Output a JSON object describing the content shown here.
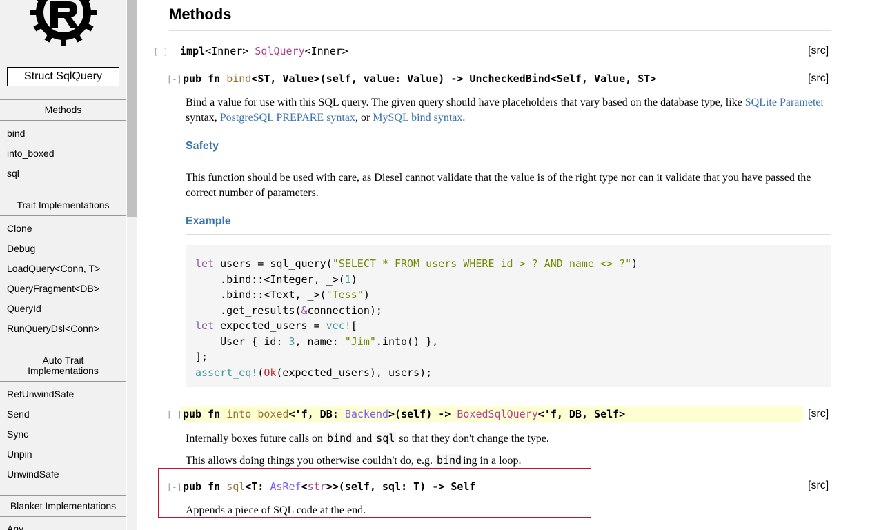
{
  "sidebar": {
    "struct_label": "Struct SqlQuery",
    "sections": [
      {
        "title": "Methods",
        "items": [
          "bind",
          "into_boxed",
          "sql"
        ]
      },
      {
        "title": "Trait Implementations",
        "items": [
          "Clone",
          "Debug",
          "LoadQuery<Conn, T>",
          "QueryFragment<DB>",
          "QueryId",
          "RunQueryDsl<Conn>"
        ]
      },
      {
        "title_line1": "Auto Trait",
        "title_line2": "Implementations",
        "items": [
          "RefUnwindSafe",
          "Send",
          "Sync",
          "Unpin",
          "UnwindSafe"
        ]
      },
      {
        "title": "Blanket Implementations",
        "items": [
          "Any"
        ]
      }
    ]
  },
  "main": {
    "heading": "Methods",
    "toggle": "[-]",
    "src": "[src]",
    "impl": {
      "kw": "impl",
      "p1": "<Inner> ",
      "ty": "SqlQuery",
      "p2": "<Inner>"
    },
    "bind": {
      "sig_kw": "pub fn ",
      "name": "bind",
      "rest": "<ST, Value>(self, value: Value) -> UncheckedBind<Self, Value, ST>",
      "desc_part1": "Bind a value for use with this SQL query. The given query should have placeholders that vary based on the database type, like ",
      "link1": "SQLite Parameter",
      "desc_part2": " syntax, ",
      "link2": "PostgreSQL PREPARE syntax",
      "desc_part3": ", or ",
      "link3": "MySQL bind syntax",
      "desc_part4": ".",
      "safety_heading": "Safety",
      "safety_text": "This function should be used with care, as Diesel cannot validate that the value is of the right type nor can it validate that you have passed the correct number of parameters.",
      "example_heading": "Example"
    },
    "into_boxed": {
      "sig_kw": "pub fn ",
      "name": "into_boxed",
      "p1": "<'f, DB: ",
      "tr": "Backend",
      "p2": ">(self) -> ",
      "ty": "BoxedSqlQuery",
      "p3": "<'f, DB, Self>",
      "desc1_a": "Internally boxes future calls on ",
      "desc1_code1": "bind",
      "desc1_b": " and ",
      "desc1_code2": "sql",
      "desc1_c": " so that they don't change the type.",
      "desc2_a": "This allows doing things you otherwise couldn't do, e.g. ",
      "desc2_code": "bind",
      "desc2_b": "ing in a loop."
    },
    "sql": {
      "sig_kw": "pub fn ",
      "name": "sql",
      "p1": "<T: ",
      "tr": "AsRef",
      "p2": "<",
      "ty": "str",
      "p3": ">>(self, sql: T) -> Self",
      "desc": "Appends a piece of SQL code at the end."
    }
  }
}
